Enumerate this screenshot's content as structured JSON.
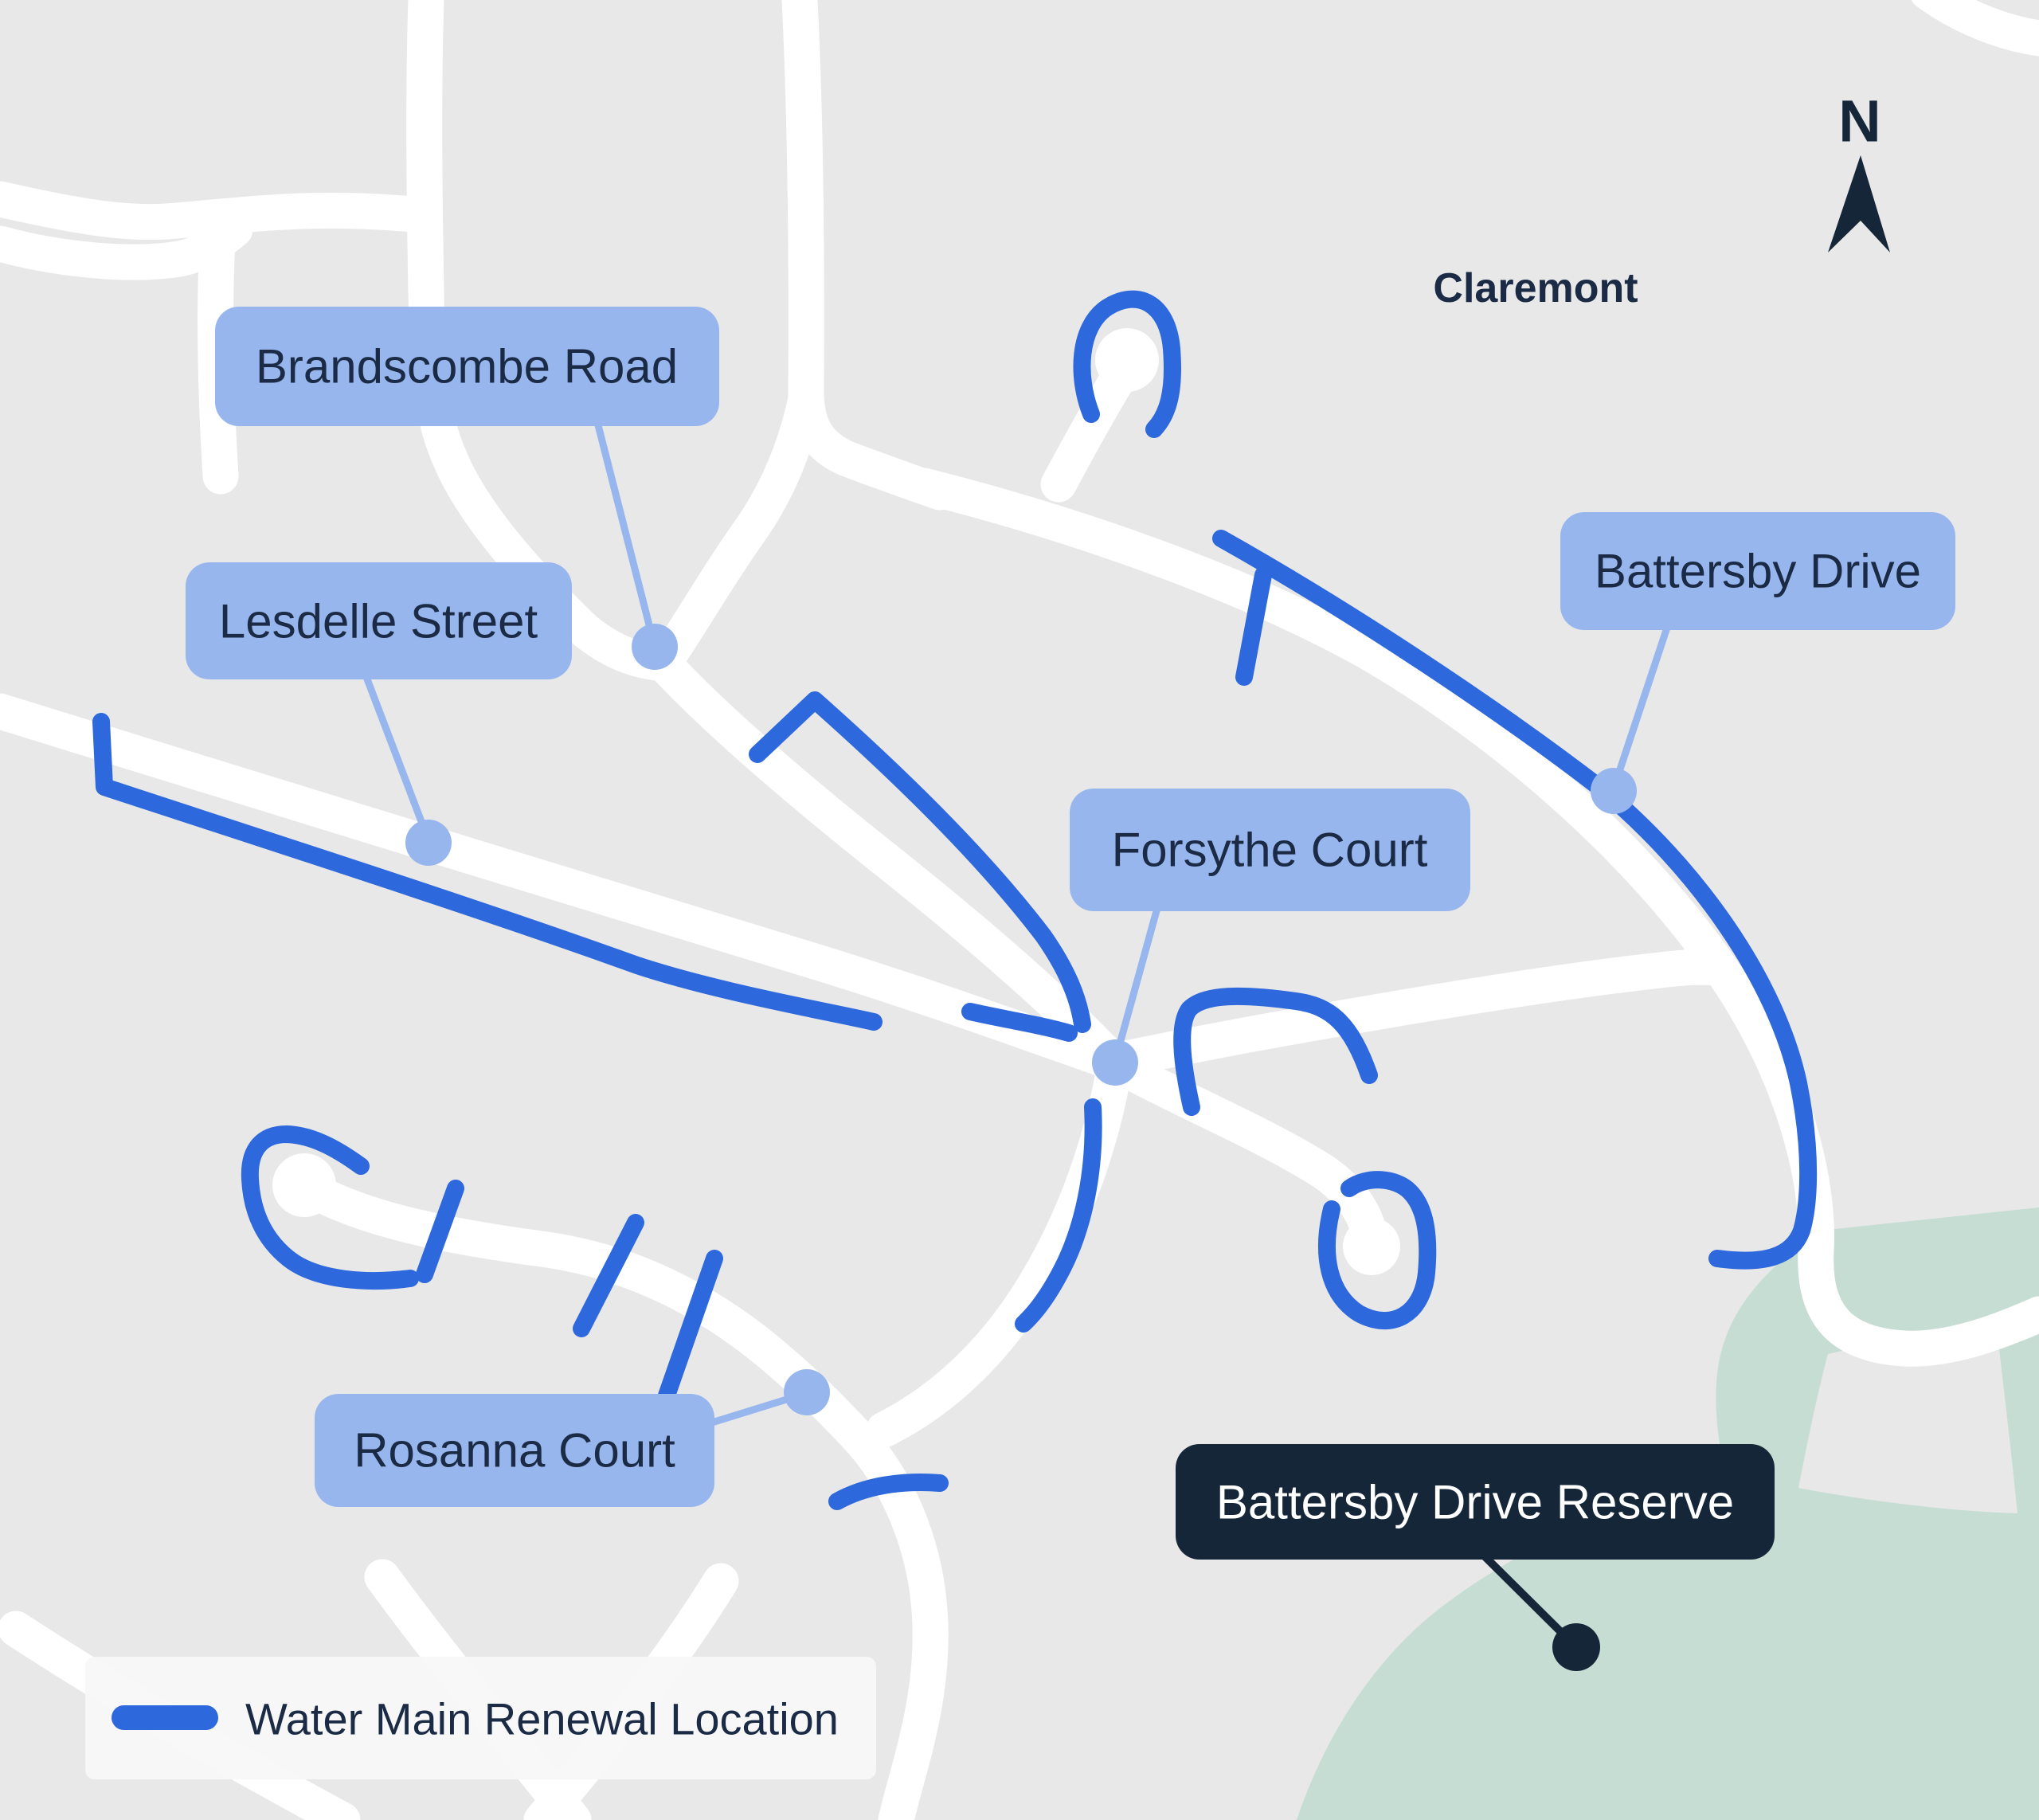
{
  "map": {
    "region_label": "Claremont",
    "compass": {
      "letter": "N"
    },
    "legend": {
      "title": "Water Main Renewal Location"
    },
    "street_labels": [
      {
        "id": "brandscombe-road",
        "text": "Brandscombe Road"
      },
      {
        "id": "lesdelle-street",
        "text": "Lesdelle Street"
      },
      {
        "id": "battersby-drive",
        "text": "Battersby Drive"
      },
      {
        "id": "forsythe-court",
        "text": "Forsythe Court"
      },
      {
        "id": "rosanna-court",
        "text": "Rosanna Court"
      }
    ],
    "area_labels": [
      {
        "id": "battersby-drive-reserve",
        "text": "Battersby Drive Reserve"
      }
    ],
    "colors": {
      "background": "#e8e8e8",
      "road": "#ffffff",
      "water_main_blue": "#2d68dc",
      "label_light_blue": "#98b6ee",
      "label_text_navy": "#1b2b45",
      "dark_navy": "#152639",
      "reserve_green": "#c5ddd3",
      "legend_background": "#f8f8f9"
    }
  }
}
